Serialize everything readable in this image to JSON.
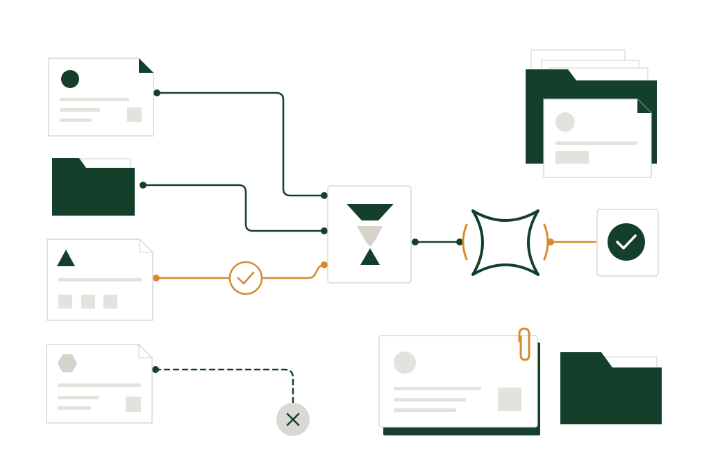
{
  "colors": {
    "background": "#ffffff",
    "dark_green": "#14402b",
    "accent_orange": "#d68a2e",
    "placeholder_gray": "#e4e2dc",
    "placeholder_gray_dark": "#d6d3cb",
    "card_border": "#cfcfcf",
    "x_badge_fill": "#d9d8d4",
    "x_badge_stroke": "#14402b"
  },
  "nodes": {
    "source_document_circle": {
      "icon": "circle-icon",
      "status": "connected"
    },
    "source_folder": {
      "icon": "folder-icon",
      "status": "connected"
    },
    "source_document_triangle": {
      "icon": "triangle-icon",
      "status": "validated"
    },
    "source_document_hexagon": {
      "icon": "hexagon-icon",
      "status": "rejected"
    },
    "filter_node": {
      "icon": "hourglass-filter-icon"
    },
    "processor_node": {
      "icon": "signal-star-icon"
    },
    "output_check": {
      "icon": "check-circle-icon"
    },
    "output_folder_stack": {
      "icon": "folder-stack-icon"
    },
    "output_attached_card": {
      "icon": "paperclip-icon"
    },
    "output_folder": {
      "icon": "folder-icon"
    }
  },
  "connections": {
    "doc_circle_to_filter": {
      "style": "solid",
      "color": "dark_green"
    },
    "folder_to_filter": {
      "style": "solid",
      "color": "dark_green"
    },
    "doc_triangle_to_filter": {
      "style": "solid",
      "color": "accent_orange",
      "badge": "check-icon"
    },
    "doc_hexagon_to_rejected": {
      "style": "dashed",
      "color": "dark_green",
      "badge": "x-icon"
    },
    "filter_to_processor": {
      "style": "solid",
      "color": "dark_green"
    },
    "processor_to_output_check": {
      "style": "solid",
      "color": "accent_orange"
    }
  }
}
